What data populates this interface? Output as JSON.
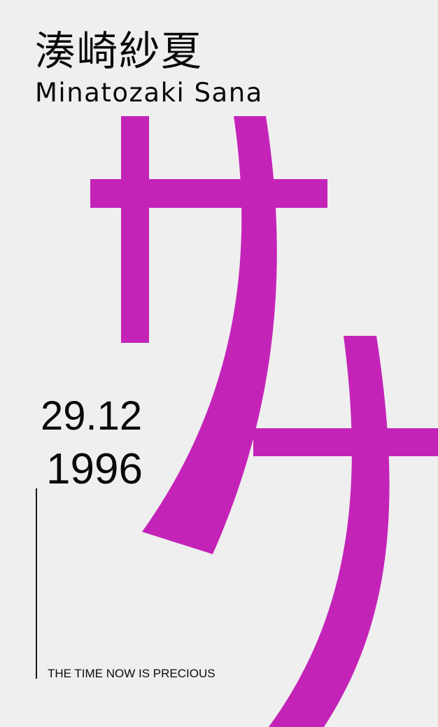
{
  "name": {
    "japanese": "湊崎紗夏",
    "romaji": "Minatozaki Sana"
  },
  "birthdate": {
    "day_month": "29.12",
    "year": "1996"
  },
  "tagline": "THE TIME NOW IS PRECIOUS",
  "colors": {
    "background": "#efefef",
    "accent": "#c423b8",
    "text": "#0a0a0a"
  }
}
